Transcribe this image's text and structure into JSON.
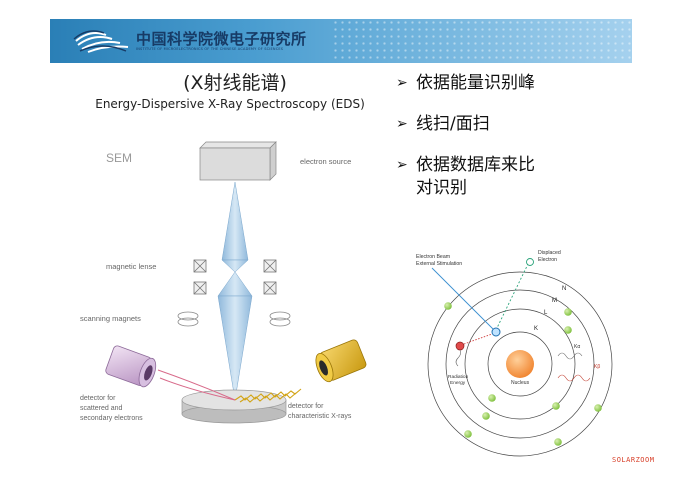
{
  "header": {
    "institute_name": "中国科学院微电子研究所",
    "institute_sub": "INSTITUTE OF MICROELECTRONICS OF THE CHINESE ACADEMY OF SCIENCES"
  },
  "slide": {
    "title_cn": "(X射线能谱)",
    "title_en": "Energy-Dispersive X-Ray Spectroscopy (EDS)"
  },
  "bullets": [
    {
      "line1": "依据能量识别峰",
      "line2": ""
    },
    {
      "line1": "线扫/面扫",
      "line2": ""
    },
    {
      "line1": "依据数据库来比",
      "line2": "对识别"
    }
  ],
  "sem_diagram": {
    "sem_label": "SEM",
    "electron_source": "electron source",
    "magnetic_lense": "magnetic lense",
    "scanning_magnets": "scanning magnets",
    "detector_scattered": [
      "detector for",
      "scattered and",
      "secondary electrons"
    ],
    "detector_xray": [
      "detector for",
      "characteristic X-rays"
    ]
  },
  "atom_diagram": {
    "electron_beam": [
      "Electron Beam",
      "External Stimulation"
    ],
    "displaced": [
      "Displaced",
      "Electron"
    ],
    "shell_n": "N",
    "shell_m": "M",
    "shell_l": "L",
    "shell_k": "K",
    "radiation": [
      "Radiation",
      "Energy"
    ],
    "nucleus": "Nucleus",
    "k_alpha": "Kα",
    "k_beta": "Kβ"
  },
  "brand": "SOLARZOOM"
}
